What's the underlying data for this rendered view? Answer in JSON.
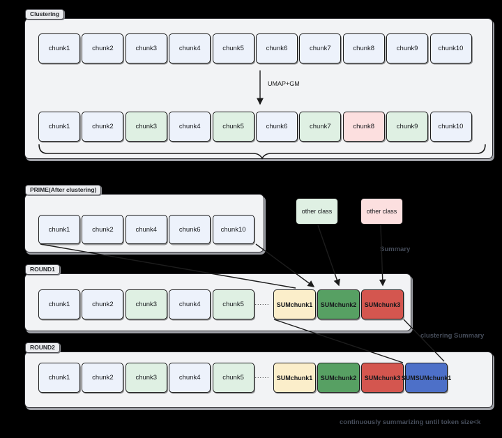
{
  "palette": {
    "plain": "#edf2fb",
    "green": "#dff0e3",
    "pink": "#fcdfdf",
    "yellow": "#fbeeca",
    "sumgreen": "#57a063",
    "sumred": "#d4564f",
    "sumblue": "#4d70c8"
  },
  "clustering": {
    "tab": "Clustering",
    "umap_label": "UMAP+GM",
    "row1": [
      {
        "label": "chunk1",
        "type": "plain"
      },
      {
        "label": "chunk2",
        "type": "plain"
      },
      {
        "label": "chunk3",
        "type": "plain"
      },
      {
        "label": "chunk4",
        "type": "plain"
      },
      {
        "label": "chunk5",
        "type": "plain"
      },
      {
        "label": "chunk6",
        "type": "plain"
      },
      {
        "label": "chunk7",
        "type": "plain"
      },
      {
        "label": "chunk8",
        "type": "plain"
      },
      {
        "label": "chunk9",
        "type": "plain"
      },
      {
        "label": "chunk10",
        "type": "plain"
      }
    ],
    "row2": [
      {
        "label": "chunk1",
        "type": "plain"
      },
      {
        "label": "chunk2",
        "type": "plain"
      },
      {
        "label": "chunk3",
        "type": "green"
      },
      {
        "label": "chunk4",
        "type": "plain"
      },
      {
        "label": "chunk5",
        "type": "green"
      },
      {
        "label": "chunk6",
        "type": "plain"
      },
      {
        "label": "chunk7",
        "type": "green"
      },
      {
        "label": "chunk8",
        "type": "pink"
      },
      {
        "label": "chunk9",
        "type": "green"
      },
      {
        "label": "chunk10",
        "type": "plain"
      }
    ]
  },
  "prime": {
    "tab": "PRIME(After clustering)",
    "chunks": [
      {
        "label": "chunk1",
        "type": "plain"
      },
      {
        "label": "chunk2",
        "type": "plain"
      },
      {
        "label": "chunk4",
        "type": "plain"
      },
      {
        "label": "chunk6",
        "type": "plain"
      },
      {
        "label": "chunk10",
        "type": "plain"
      }
    ]
  },
  "other_classes": [
    {
      "label": "other class",
      "type": "green"
    },
    {
      "label": "other class",
      "type": "pink"
    }
  ],
  "round1": {
    "tab": "ROUND1",
    "dots": "......",
    "chunks": [
      {
        "label": "chunk1",
        "type": "plain"
      },
      {
        "label": "chunk2",
        "type": "plain"
      },
      {
        "label": "chunk3",
        "type": "green"
      },
      {
        "label": "chunk4",
        "type": "plain"
      },
      {
        "label": "chunk5",
        "type": "green"
      }
    ],
    "sums": [
      {
        "label": "SUMchunk1",
        "type": "yellow"
      },
      {
        "label": "SUMchunk2",
        "type": "sumgreen"
      },
      {
        "label": "SUMchunk3",
        "type": "sumred"
      }
    ]
  },
  "round2": {
    "tab": "ROUND2",
    "dots": "......",
    "chunks": [
      {
        "label": "chunk1",
        "type": "plain"
      },
      {
        "label": "chunk2",
        "type": "plain"
      },
      {
        "label": "chunk3",
        "type": "green"
      },
      {
        "label": "chunk4",
        "type": "plain"
      },
      {
        "label": "chunk5",
        "type": "green"
      }
    ],
    "sums": [
      {
        "label": "SUMchunk1",
        "type": "yellow"
      },
      {
        "label": "SUMchunk2",
        "type": "sumgreen"
      },
      {
        "label": "SUMchunk3",
        "type": "sumred"
      },
      {
        "label": "SUMSUMchunk1",
        "type": "sumblue"
      }
    ]
  },
  "captions": {
    "summary": "Summary",
    "clustering_summary": "clustering Summary",
    "bottom_note": "continuously summarizing until token size<k"
  },
  "colors": {
    "background": "#000000",
    "panel_bg": "#f2f3f5",
    "line": "#1c1c1c",
    "caption_text": "#454c59"
  }
}
